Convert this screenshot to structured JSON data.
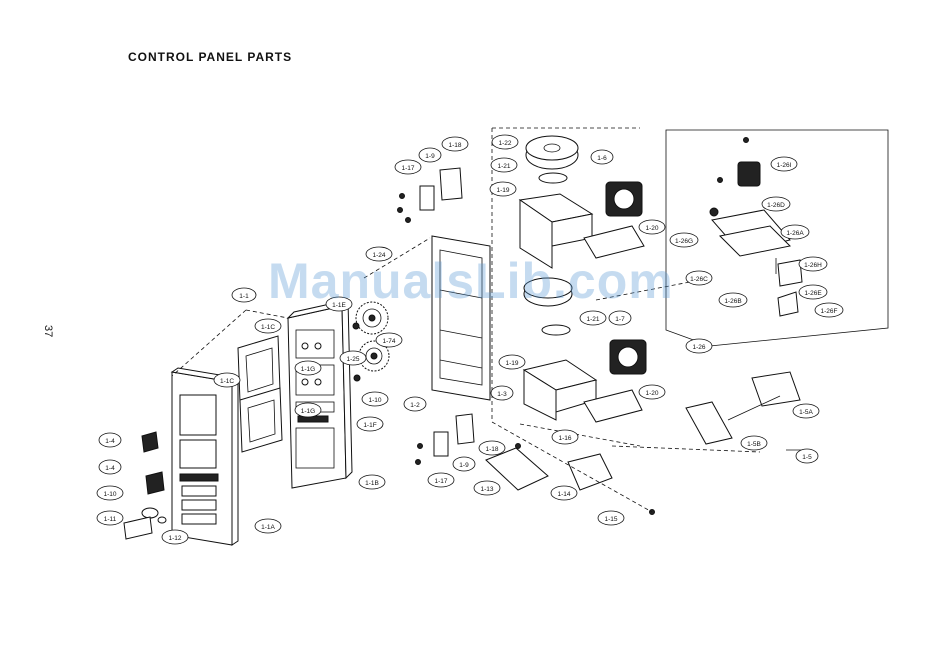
{
  "page": {
    "title": "CONTROL PANEL PARTS",
    "page_number": "37",
    "watermark": "ManualsLib.com"
  },
  "callouts": [
    {
      "id": "c-1-22",
      "label": "1-22"
    },
    {
      "id": "c-1-21a",
      "label": "1-21"
    },
    {
      "id": "c-1-19a",
      "label": "1-19"
    },
    {
      "id": "c-1-6",
      "label": "1-6"
    },
    {
      "id": "c-1-20a",
      "label": "1-20"
    },
    {
      "id": "c-1-18",
      "label": "1-18"
    },
    {
      "id": "c-1-9a",
      "label": "1-9"
    },
    {
      "id": "c-1-17a",
      "label": "1-17"
    },
    {
      "id": "c-1-24",
      "label": "1-24"
    },
    {
      "id": "c-1-1",
      "label": "1-1"
    },
    {
      "id": "c-1-1e",
      "label": "1-1E"
    },
    {
      "id": "c-1-1c-a",
      "label": "1-1C"
    },
    {
      "id": "c-1-1c-b",
      "label": "1-1C"
    },
    {
      "id": "c-1-74",
      "label": "1-74"
    },
    {
      "id": "c-1-25",
      "label": "1-25"
    },
    {
      "id": "c-1-1g-a",
      "label": "1-1G"
    },
    {
      "id": "c-1-1g-b",
      "label": "1-1G"
    },
    {
      "id": "c-1-10b",
      "label": "1-10"
    },
    {
      "id": "c-1-1f",
      "label": "1-1F"
    },
    {
      "id": "c-1-2",
      "label": "1-2"
    },
    {
      "id": "c-1-3",
      "label": "1-3"
    },
    {
      "id": "c-1-21b",
      "label": "1-21"
    },
    {
      "id": "c-1-7",
      "label": "1-7"
    },
    {
      "id": "c-1-19b",
      "label": "1-19"
    },
    {
      "id": "c-1-20b",
      "label": "1-20"
    },
    {
      "id": "c-1-16",
      "label": "1-16"
    },
    {
      "id": "c-1-18b",
      "label": "1-18"
    },
    {
      "id": "c-1-9b",
      "label": "1-9"
    },
    {
      "id": "c-1-17b",
      "label": "1-17"
    },
    {
      "id": "c-1-13",
      "label": "1-13"
    },
    {
      "id": "c-1-14",
      "label": "1-14"
    },
    {
      "id": "c-1-1b",
      "label": "1-1B"
    },
    {
      "id": "c-1-4a",
      "label": "1-4"
    },
    {
      "id": "c-1-4b",
      "label": "1-4"
    },
    {
      "id": "c-1-10a",
      "label": "1-10"
    },
    {
      "id": "c-1-11",
      "label": "1-11"
    },
    {
      "id": "c-1-12",
      "label": "1-12"
    },
    {
      "id": "c-1-1a",
      "label": "1-1A"
    },
    {
      "id": "c-1-26i",
      "label": "1-26I"
    },
    {
      "id": "c-1-26d",
      "label": "1-26D"
    },
    {
      "id": "c-1-26g",
      "label": "1-26G"
    },
    {
      "id": "c-1-26a",
      "label": "1-26A"
    },
    {
      "id": "c-1-26h",
      "label": "1-26H"
    },
    {
      "id": "c-1-26c",
      "label": "1-26C"
    },
    {
      "id": "c-1-26e",
      "label": "1-26E"
    },
    {
      "id": "c-1-26b",
      "label": "1-26B"
    },
    {
      "id": "c-1-26f",
      "label": "1-26F"
    },
    {
      "id": "c-1-26",
      "label": "1-26"
    },
    {
      "id": "c-1-5a",
      "label": "1-5A"
    },
    {
      "id": "c-1-5b",
      "label": "1-5B"
    },
    {
      "id": "c-1-5",
      "label": "1-5"
    },
    {
      "id": "c-1-15",
      "label": "1-15"
    }
  ]
}
